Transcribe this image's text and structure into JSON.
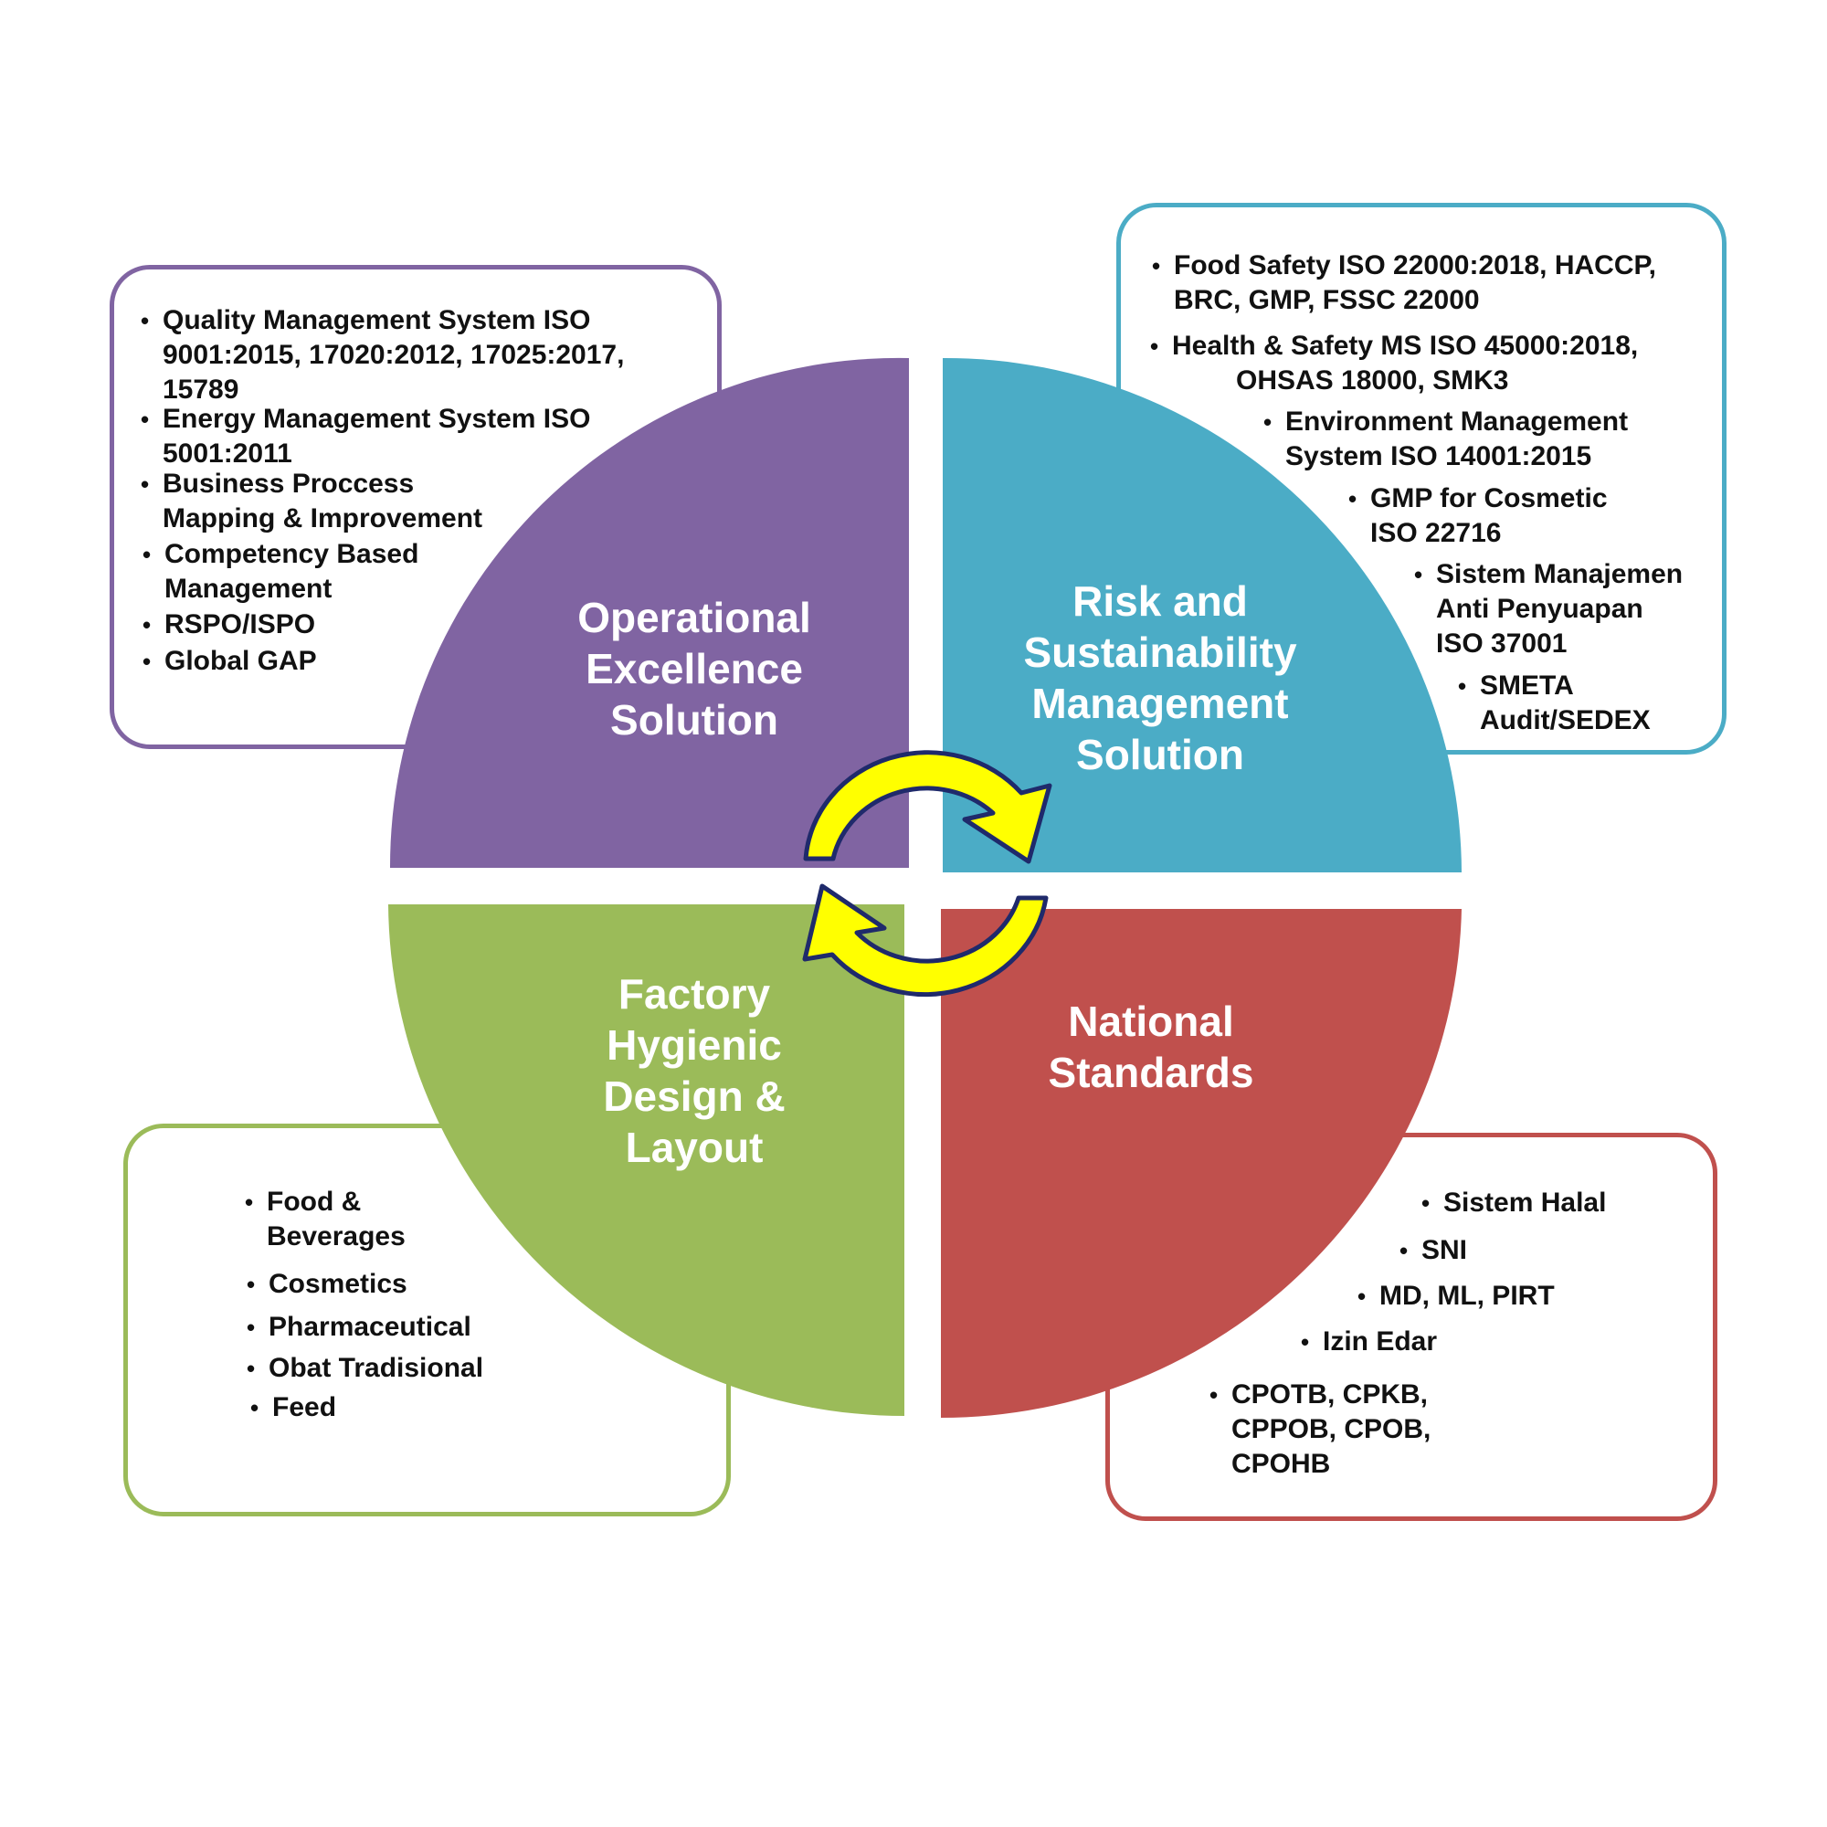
{
  "segments": {
    "operational": "Operational Excellence Solution",
    "risk": "Risk and Sustainability Management Solution",
    "factory": "Factory Hygienic Design & Layout",
    "national": "National Standards"
  },
  "segment_lines": {
    "operational": [
      "Operational",
      "Excellence",
      "Solution"
    ],
    "risk": [
      "Risk and",
      "Sustainability",
      "Management",
      "Solution"
    ],
    "factory": [
      "Factory",
      "Hygienic",
      "Design &",
      "Layout"
    ],
    "national": [
      "National",
      "Standards"
    ]
  },
  "top_left_items": [
    [
      "Quality Management System ISO",
      "9001:2015, 17020:2012, 17025:2017,",
      "15789"
    ],
    [
      "Energy Management System ISO",
      "5001:2011"
    ],
    [
      "Business Proccess",
      "Mapping & Improvement"
    ],
    [
      "Competency Based",
      "Management"
    ],
    [
      "RSPO/ISPO"
    ],
    [
      "Global GAP"
    ]
  ],
  "top_right_items": [
    [
      "Food Safety ISO 22000:2018, HACCP,",
      "BRC, GMP, FSSC 22000"
    ],
    [
      "Health & Safety MS ISO 45000:2018,",
      "OHSAS 18000, SMK3"
    ],
    [
      "Environment Management",
      "System ISO 14001:2015"
    ],
    [
      "GMP for Cosmetic",
      "ISO 22716"
    ],
    [
      "Sistem Manajemen",
      "Anti Penyuapan",
      "ISO 37001"
    ],
    [
      "SMETA",
      "Audit/SEDEX"
    ]
  ],
  "bottom_left_items": [
    [
      "Food &",
      "Beverages"
    ],
    [
      "Cosmetics"
    ],
    [
      "Pharmaceutical"
    ],
    [
      "Obat Tradisional"
    ],
    [
      "Feed"
    ]
  ],
  "bottom_right_items": [
    [
      "Sistem Halal"
    ],
    [
      "SNI"
    ],
    [
      "MD, ML, PIRT"
    ],
    [
      "Izin Edar"
    ],
    [
      "CPOTB, CPKB,",
      "CPPOB, CPOB,",
      "CPOHB"
    ]
  ],
  "colors": {
    "operational": "#8064a2",
    "risk": "#4bacc6",
    "factory": "#9bbb59",
    "national": "#c0504d",
    "arrow_fill": "#ffff00",
    "arrow_stroke": "#1f2a6b"
  }
}
